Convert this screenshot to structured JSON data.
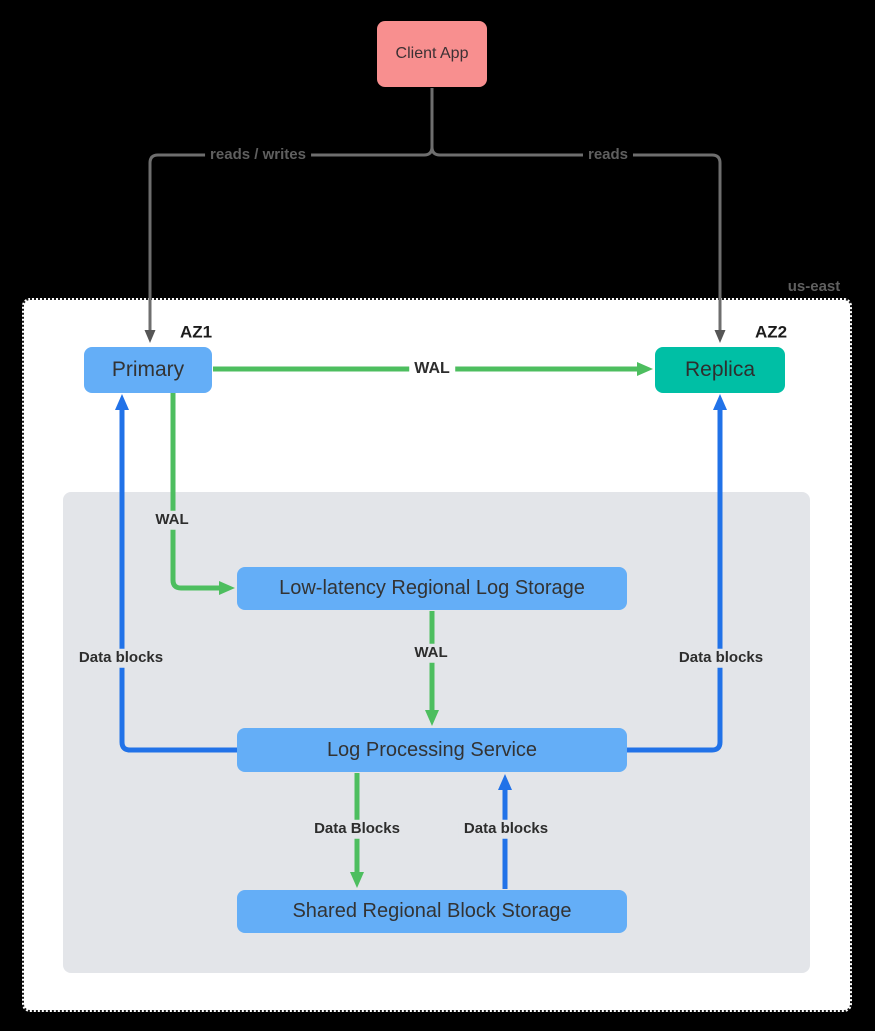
{
  "client_app": {
    "label": "Client App"
  },
  "region": {
    "label": "us-east",
    "az1_label": "AZ1",
    "az2_label": "AZ2"
  },
  "nodes": {
    "primary": "Primary",
    "replica": "Replica",
    "log_storage": "Low-latency Regional Log Storage",
    "log_processing": "Log Processing Service",
    "block_storage": "Shared Regional Block Storage"
  },
  "edges": {
    "client_to_primary": "reads / writes",
    "client_to_replica": "reads",
    "primary_to_replica": "WAL",
    "primary_to_log_storage": "WAL",
    "log_storage_to_processing": "WAL",
    "processing_to_primary": "Data blocks",
    "processing_to_replica": "Data blocks",
    "processing_to_block_storage": "Data Blocks",
    "block_storage_to_processing": "Data blocks"
  },
  "colors": {
    "background": "#000000",
    "client_app_fill": "#F88F8F",
    "node_blue_fill": "#64AEF7",
    "replica_teal_fill": "#00BFA5",
    "region_fill": "#FFFFFF",
    "inner_box_fill": "#E3E5E9",
    "green_edge": "#4DBE5F",
    "blue_edge": "#2172E8",
    "gray_edge": "#6E6E6E"
  }
}
